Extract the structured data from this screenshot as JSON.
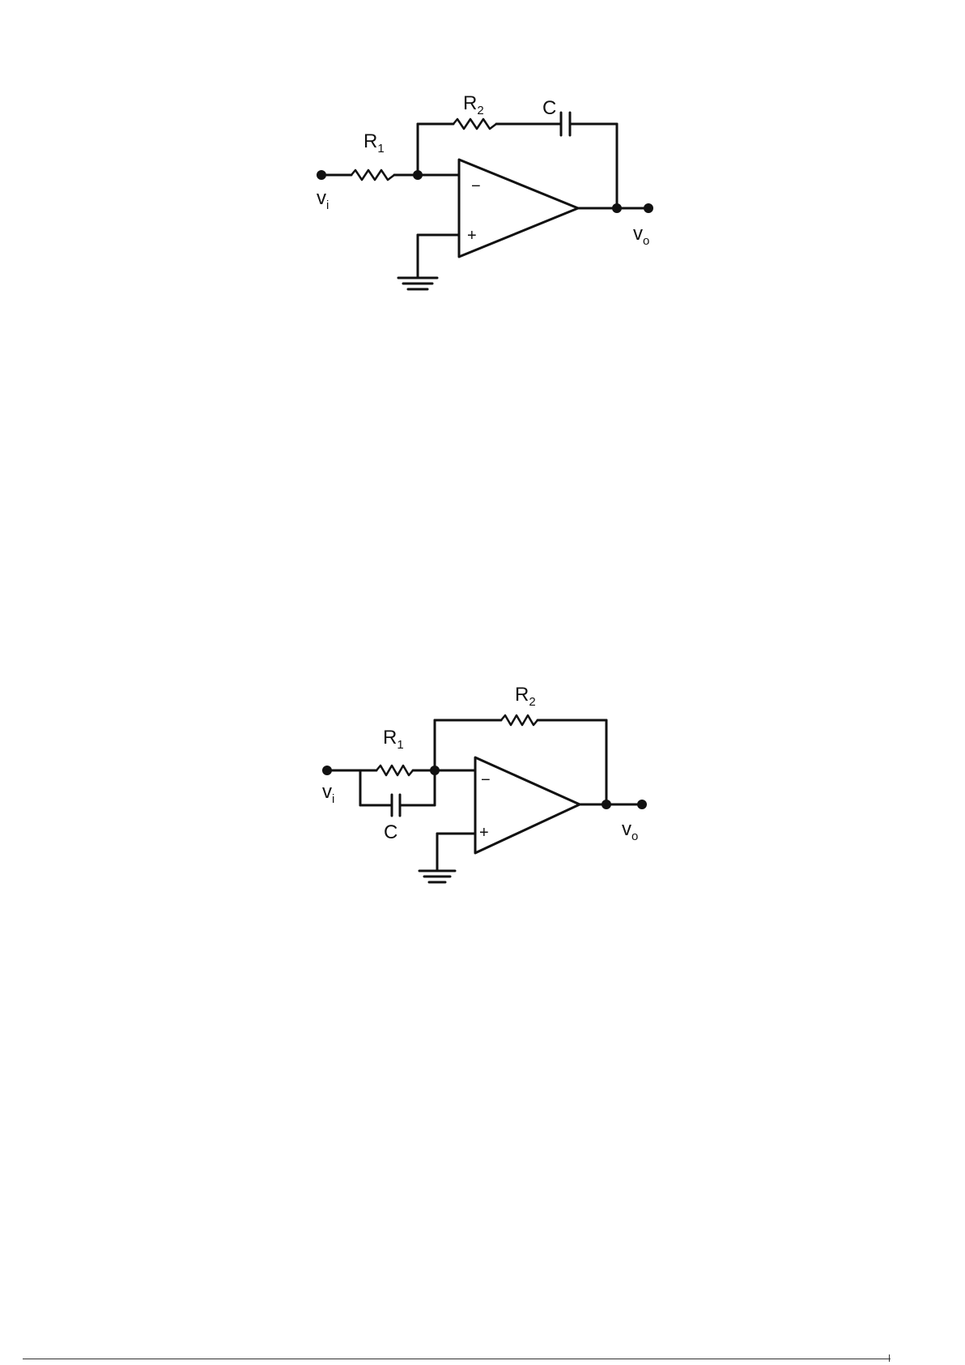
{
  "circuit_1": {
    "labels": {
      "r1": "R",
      "r1_sub": "1",
      "r2": "R",
      "r2_sub": "2",
      "c": "C",
      "vi": "v",
      "vi_sub": "i",
      "vo": "v",
      "vo_sub": "o",
      "minus": "−",
      "plus": "+"
    }
  },
  "circuit_2": {
    "labels": {
      "r1": "R",
      "r1_sub": "1",
      "r2": "R",
      "r2_sub": "2",
      "c": "C",
      "vi": "v",
      "vi_sub": "i",
      "vo": "v",
      "vo_sub": "o",
      "minus": "−",
      "plus": "+"
    }
  }
}
